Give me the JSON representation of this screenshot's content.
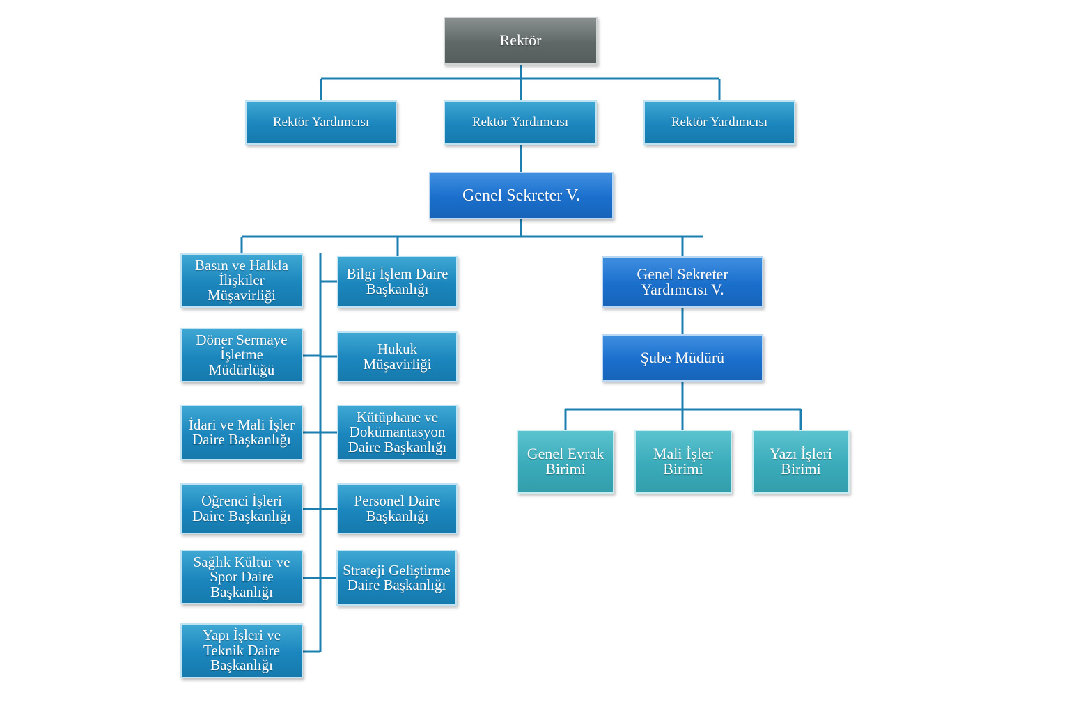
{
  "colors": {
    "line": "#1c7fb0",
    "rector_fill": "#666e6e",
    "teal_fill": "#1f89bf",
    "blue_fill": "#1f72cf",
    "aqua_fill": "#3aacba"
  },
  "chart": {
    "rector": "Rektör",
    "vice_rectors": [
      "Rektör Yardımcısı",
      "Rektör Yardımcısı",
      "Rektör Yardımcısı"
    ],
    "general_secretary": "Genel Sekreter V.",
    "left_units": [
      "Basın ve Halkla İlişkiler Müşavirliği",
      "Döner Sermaye İşletme Müdürlüğü",
      "İdari ve Mali İşler Daire Başkanlığı",
      "Öğrenci İşleri Daire Başkanlığı",
      "Sağlık Kültür ve Spor Daire Başkanlığı",
      "Yapı İşleri ve Teknik Daire Başkanlığı"
    ],
    "right_units": [
      "Bilgi İşlem Daire Başkanlığı",
      "Hukuk Müşavirliği",
      "Kütüphane ve Dokümantasyon Daire Başkanlığı",
      "Personel Daire Başkanlığı",
      "Strateji Geliştirme Daire Başkanlığı"
    ],
    "deputy_secretary": "Genel Sekreter Yardımcısı V.",
    "branch_manager": "Şube Müdürü",
    "sub_units": [
      "Genel Evrak Birimi",
      "Mali İşler Birimi",
      "Yazı İşleri Birimi"
    ]
  }
}
